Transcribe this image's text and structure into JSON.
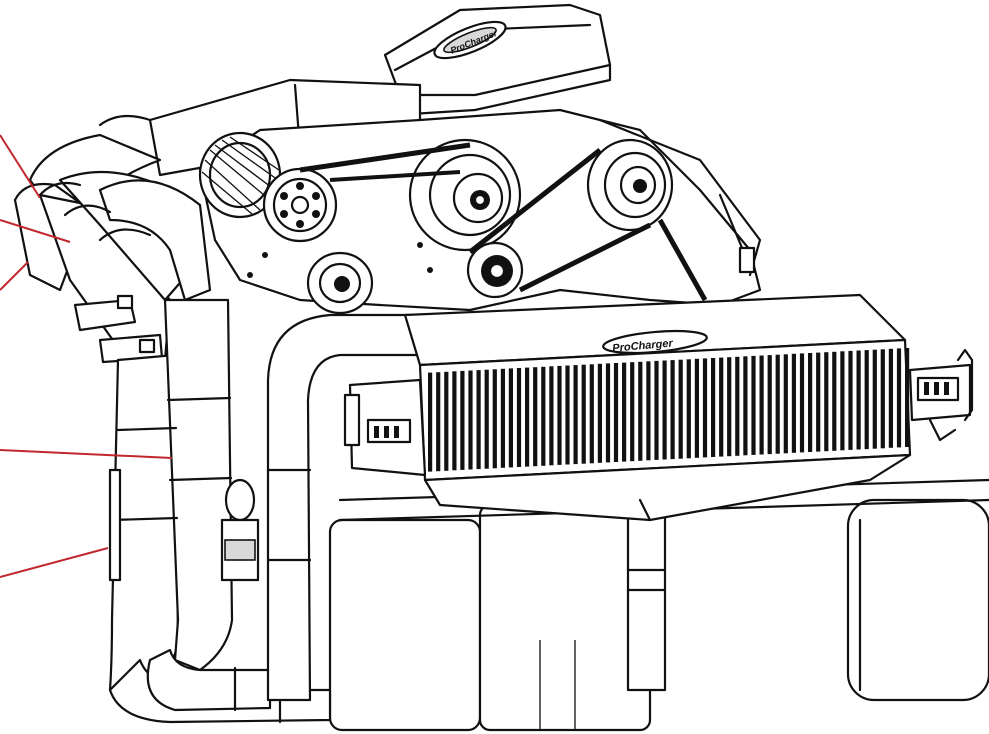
{
  "brand": {
    "cover_logo": "ProCharger",
    "intercooler_logo": "ProCharger"
  },
  "colors": {
    "line": "#111111",
    "background": "#ffffff",
    "leader": "#c1272d"
  },
  "callouts": {
    "count": 5,
    "labels": []
  }
}
